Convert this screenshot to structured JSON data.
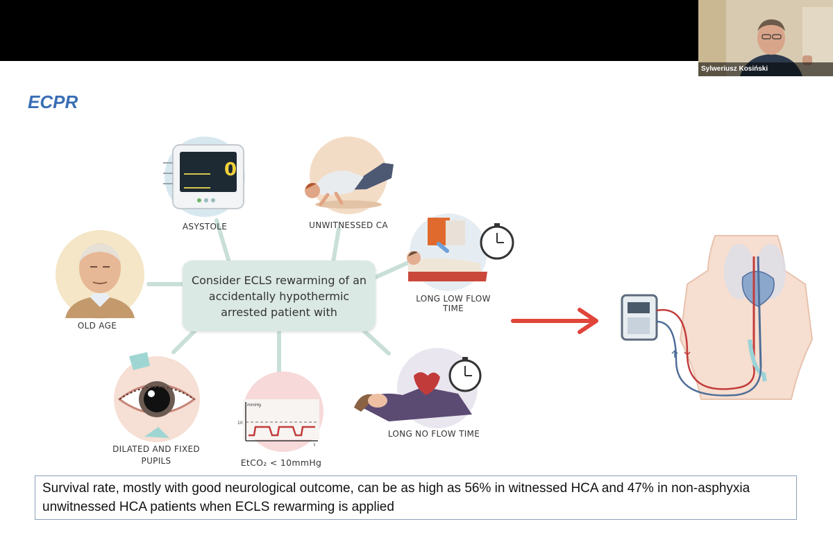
{
  "video": {
    "participant_name": "Sylweriusz Kosiński"
  },
  "slide": {
    "title": "ECPR",
    "center_text": "Consider ECLS rewarming of an accidentally hypothermic arrested patient with",
    "nodes": [
      {
        "label": "ASYSTOLE",
        "icon": "monitor-icon"
      },
      {
        "label": "UNWITNESSED CA",
        "icon": "collapsed-person-icon"
      },
      {
        "label": "LONG LOW FLOW TIME",
        "icon": "cpr-timer-icon"
      },
      {
        "label": "OLD AGE",
        "icon": "elderly-man-icon"
      },
      {
        "label": "DILATED AND FIXED PUPILS",
        "icon": "eye-icon"
      },
      {
        "label": "EtCO₂ < 10mmHg",
        "icon": "capnography-icon"
      },
      {
        "label": "LONG NO FLOW TIME",
        "icon": "lying-woman-timer-icon"
      }
    ],
    "monitor_readout": "0",
    "capno_axis": {
      "y_unit": "mmHg",
      "threshold": "10",
      "x_unit": "t"
    },
    "note": "Survival rate, mostly with good neurological outcome, can be as high as 56% in witnessed HCA and 47% in non-asphyxia unwitnessed HCA patients when ECLS rewarming is applied"
  },
  "colors": {
    "title": "#3a6eb5",
    "arrow": "#e0443a",
    "center_box": "#dbe9e4",
    "connector": "#c9dfd9"
  }
}
